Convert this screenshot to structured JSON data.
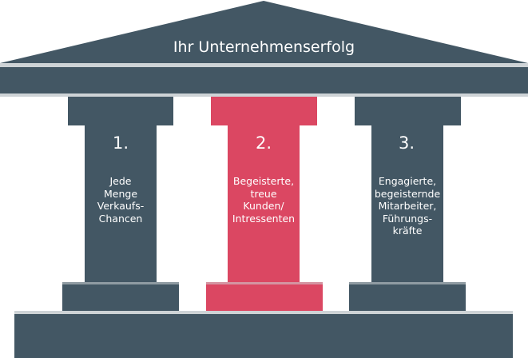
{
  "colors": {
    "slate": "#435764",
    "accent": "#db4762",
    "stripe": "#ced3d6"
  },
  "roof": {
    "title": "Ihr Unternehmenserfolg"
  },
  "pillars": [
    {
      "number": "1.",
      "text": "Jede\nMenge\nVerkaufs-\nChancen",
      "highlight": false
    },
    {
      "number": "2.",
      "text": "Begeisterte,\ntreue\nKunden/\nIntressenten",
      "highlight": true
    },
    {
      "number": "3.",
      "text": "Engagierte,\nbegeisternde\nMitarbeiter,\nFührungs-\nkräfte",
      "highlight": false
    }
  ]
}
